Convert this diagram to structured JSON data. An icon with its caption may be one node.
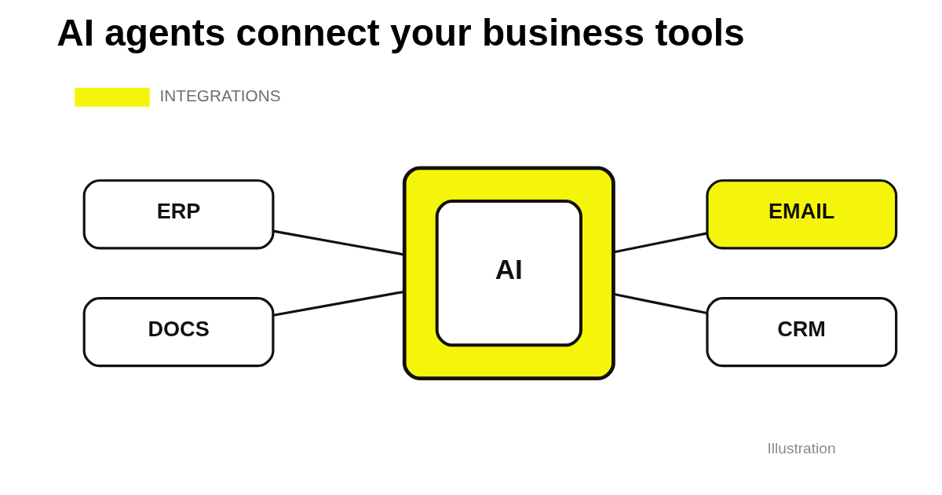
{
  "diagram": {
    "title": "AI agents connect your business tools",
    "nodes": [
      {
        "text": [
          "ERP"
        ]
      },
      {
        "text": [
          "EMAIL"
        ]
      },
      {
        "text": [],
        "shape": "box"
      },
      {
        "text": [
          "AI"
        ],
        "in": 2
      },
      {
        "text": [
          "DOCS"
        ]
      },
      {
        "text": [
          "CRM"
        ]
      }
    ],
    "edges": [
      {
        "from": 0,
        "to": 2,
        "arrow": "none"
      },
      {
        "from": 2,
        "to": 1,
        "arrow": "none"
      },
      {
        "from": 4,
        "to": 2,
        "arrow": "none"
      },
      {
        "from": 2,
        "to": 5,
        "arrow": "none"
      }
    ],
    "labels": [
      "INTEGRATIONS",
      "Illustration"
    ]
  }
}
